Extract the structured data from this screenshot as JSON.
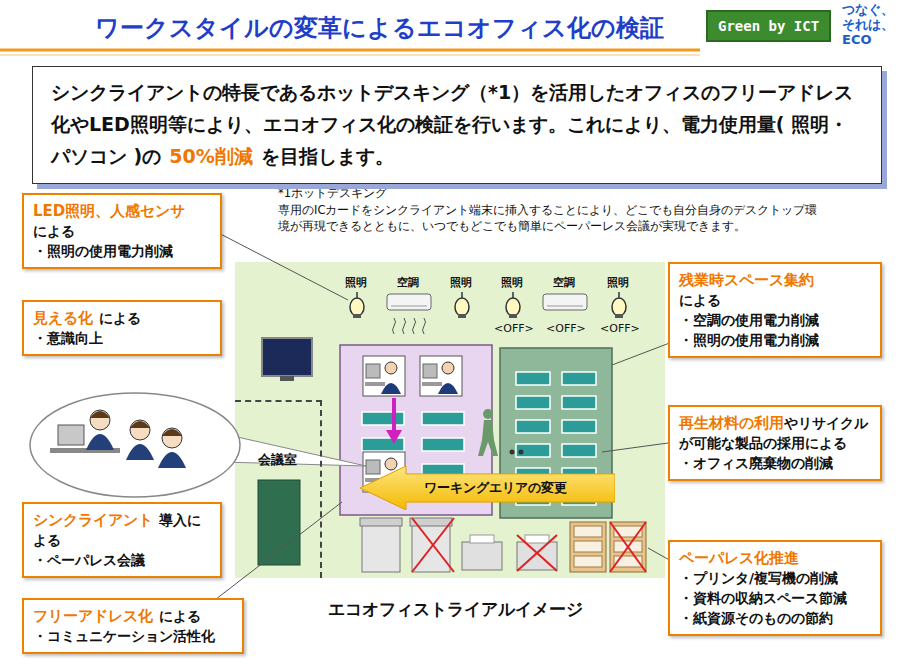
{
  "diagram": {
    "title": "ワークスタイルの変革によるエコオフィス化の検証",
    "caption": "エコオフィストライアルイメージ",
    "nodes": [
      {
        "text": [
          "Green by ICT"
        ]
      },
      {
        "text": [
          "シンクライアントの特長であるホットデスキング（*1）を活用したオフィスのフリーアドレス化やLED照明等により、エコオフィス化の検証を行います。これにより、電力使用量( 照明・パソコン )の",
          "50%削減",
          "を目指します。"
        ]
      },
      {
        "text": [
          "LED照明、人感センサ",
          "による",
          "・照明の使用電力削減"
        ]
      },
      {
        "text": [
          "見える化",
          "による",
          "・意識向上"
        ]
      },
      {
        "text": [
          "残業時スペース集約",
          "による",
          "・空調の使用電力削減",
          "・照明の使用電力削減"
        ]
      },
      {
        "text": [
          "会議室"
        ]
      },
      {
        "text": [
          "ワーキングエリアの変更"
        ]
      },
      {
        "text": [
          "再生材料の利用",
          "やリサイクルが可能な製品の採用による",
          "・オフィス廃棄物の削減"
        ]
      },
      {
        "text": [
          "シンクライアント",
          "導入による",
          "・ペーパレス会議"
        ]
      },
      {
        "text": [
          "ペーパレス化推進",
          "・プリンタ/複写機の削減",
          "・資料の収納スペース節減",
          "・紙資源そのものの節約"
        ]
      },
      {
        "text": [
          "フリーアドレス化",
          "による",
          "・コミュニケーション活性化"
        ]
      }
    ],
    "labels": [
      "つなぐ、 それは、 ECO",
      "*1ホットデスキング",
      "専用のICカードをシンクライアント端末に挿入することにより、どこでも自分自身のデスクトップ環境が再現できるとともに、いつでもどこでも簡単にペーパーレス会議が実現できます。",
      "照明",
      "空調",
      "照明",
      "照明",
      "空調",
      "照明",
      "<OFF>",
      "<OFF>",
      "<OFF>"
    ]
  }
}
